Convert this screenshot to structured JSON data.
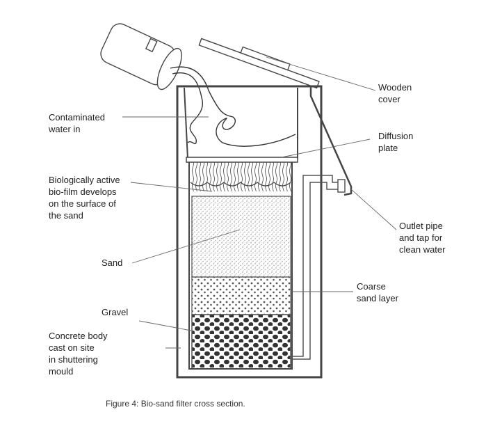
{
  "labels": {
    "wooden_cover": "Wooden\ncover",
    "contaminated_water": "Contaminated\nwater in",
    "diffusion_plate": "Diffusion\nplate",
    "biofilm": "Biologically active\nbio-film develops\non the surface of\nthe sand",
    "outlet_pipe": "Outlet pipe\nand tap for\nclean water",
    "sand": "Sand",
    "coarse_sand": "Coarse\nsand layer",
    "gravel": "Gravel",
    "concrete_body": "Concrete body\ncast on site\nin shuttering\nmould"
  },
  "caption": "Figure 4: Bio-sand filter cross section."
}
